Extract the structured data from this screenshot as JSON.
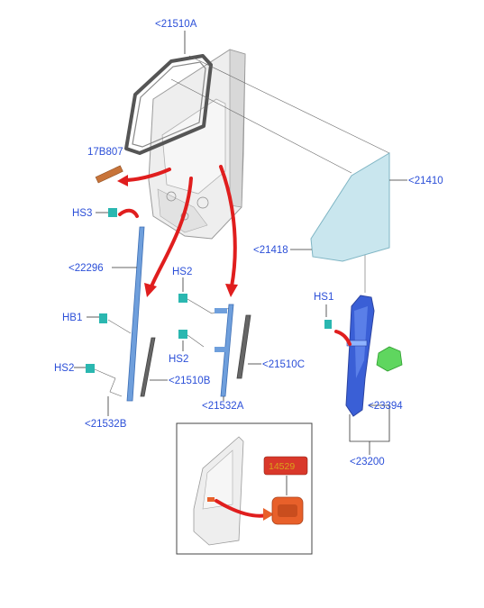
{
  "labels": {
    "seal_21510A": "<21510A",
    "glass_21410": "<21410",
    "trim_17B807": "17B807",
    "clip_HS3": "HS3",
    "channel_22296": "<22296",
    "clip_HS2_mid": "HS2",
    "clip_HB1": "HB1",
    "clip_HS2_left": "HS2",
    "clip_HS2_lower": "HS2",
    "strip_21510B": "<21510B",
    "strip_21510C": "<21510C",
    "bracket_21532B": "<21532B",
    "bracket_21532A": "<21532A",
    "glass_21418": "<21418",
    "clip_HS1": "HS1",
    "motor_23394": "<23394",
    "regulator_23200": "<23200",
    "inset_code_14529": "14529"
  },
  "colors": {
    "label_blue": "#2b4fd8",
    "arrow_red": "#e01e1e",
    "glass_blue": "#c9e6ee",
    "channel_blue": "#6f9fdc",
    "regulator_blue": "#3a5fd6",
    "motor_green": "#5fd65f",
    "clip_teal": "#2ab7b0",
    "trim_orange": "#c8743a",
    "handle_orange": "#e8602a",
    "code_badge_red": "#d9382a"
  }
}
